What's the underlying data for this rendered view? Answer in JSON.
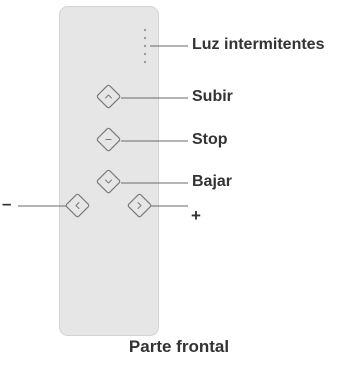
{
  "labels": {
    "led": "Luz intermitentes",
    "up": "Subir",
    "stop": "Stop",
    "down": "Bajar",
    "minus": "–",
    "plus": "+"
  },
  "caption": "Parte frontal",
  "colors": {
    "body": "#e6e6e6",
    "line": "#6a6a6a",
    "text": "#333333"
  }
}
